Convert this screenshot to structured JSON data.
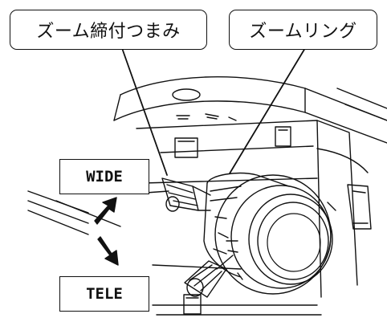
{
  "labels": {
    "zoom_knob": "ズーム締付つまみ",
    "zoom_ring": "ズームリング",
    "wide": "WIDE",
    "tele": "TELE"
  },
  "colors": {
    "line": "#111111",
    "background": "#ffffff",
    "arrow": "#111111"
  }
}
